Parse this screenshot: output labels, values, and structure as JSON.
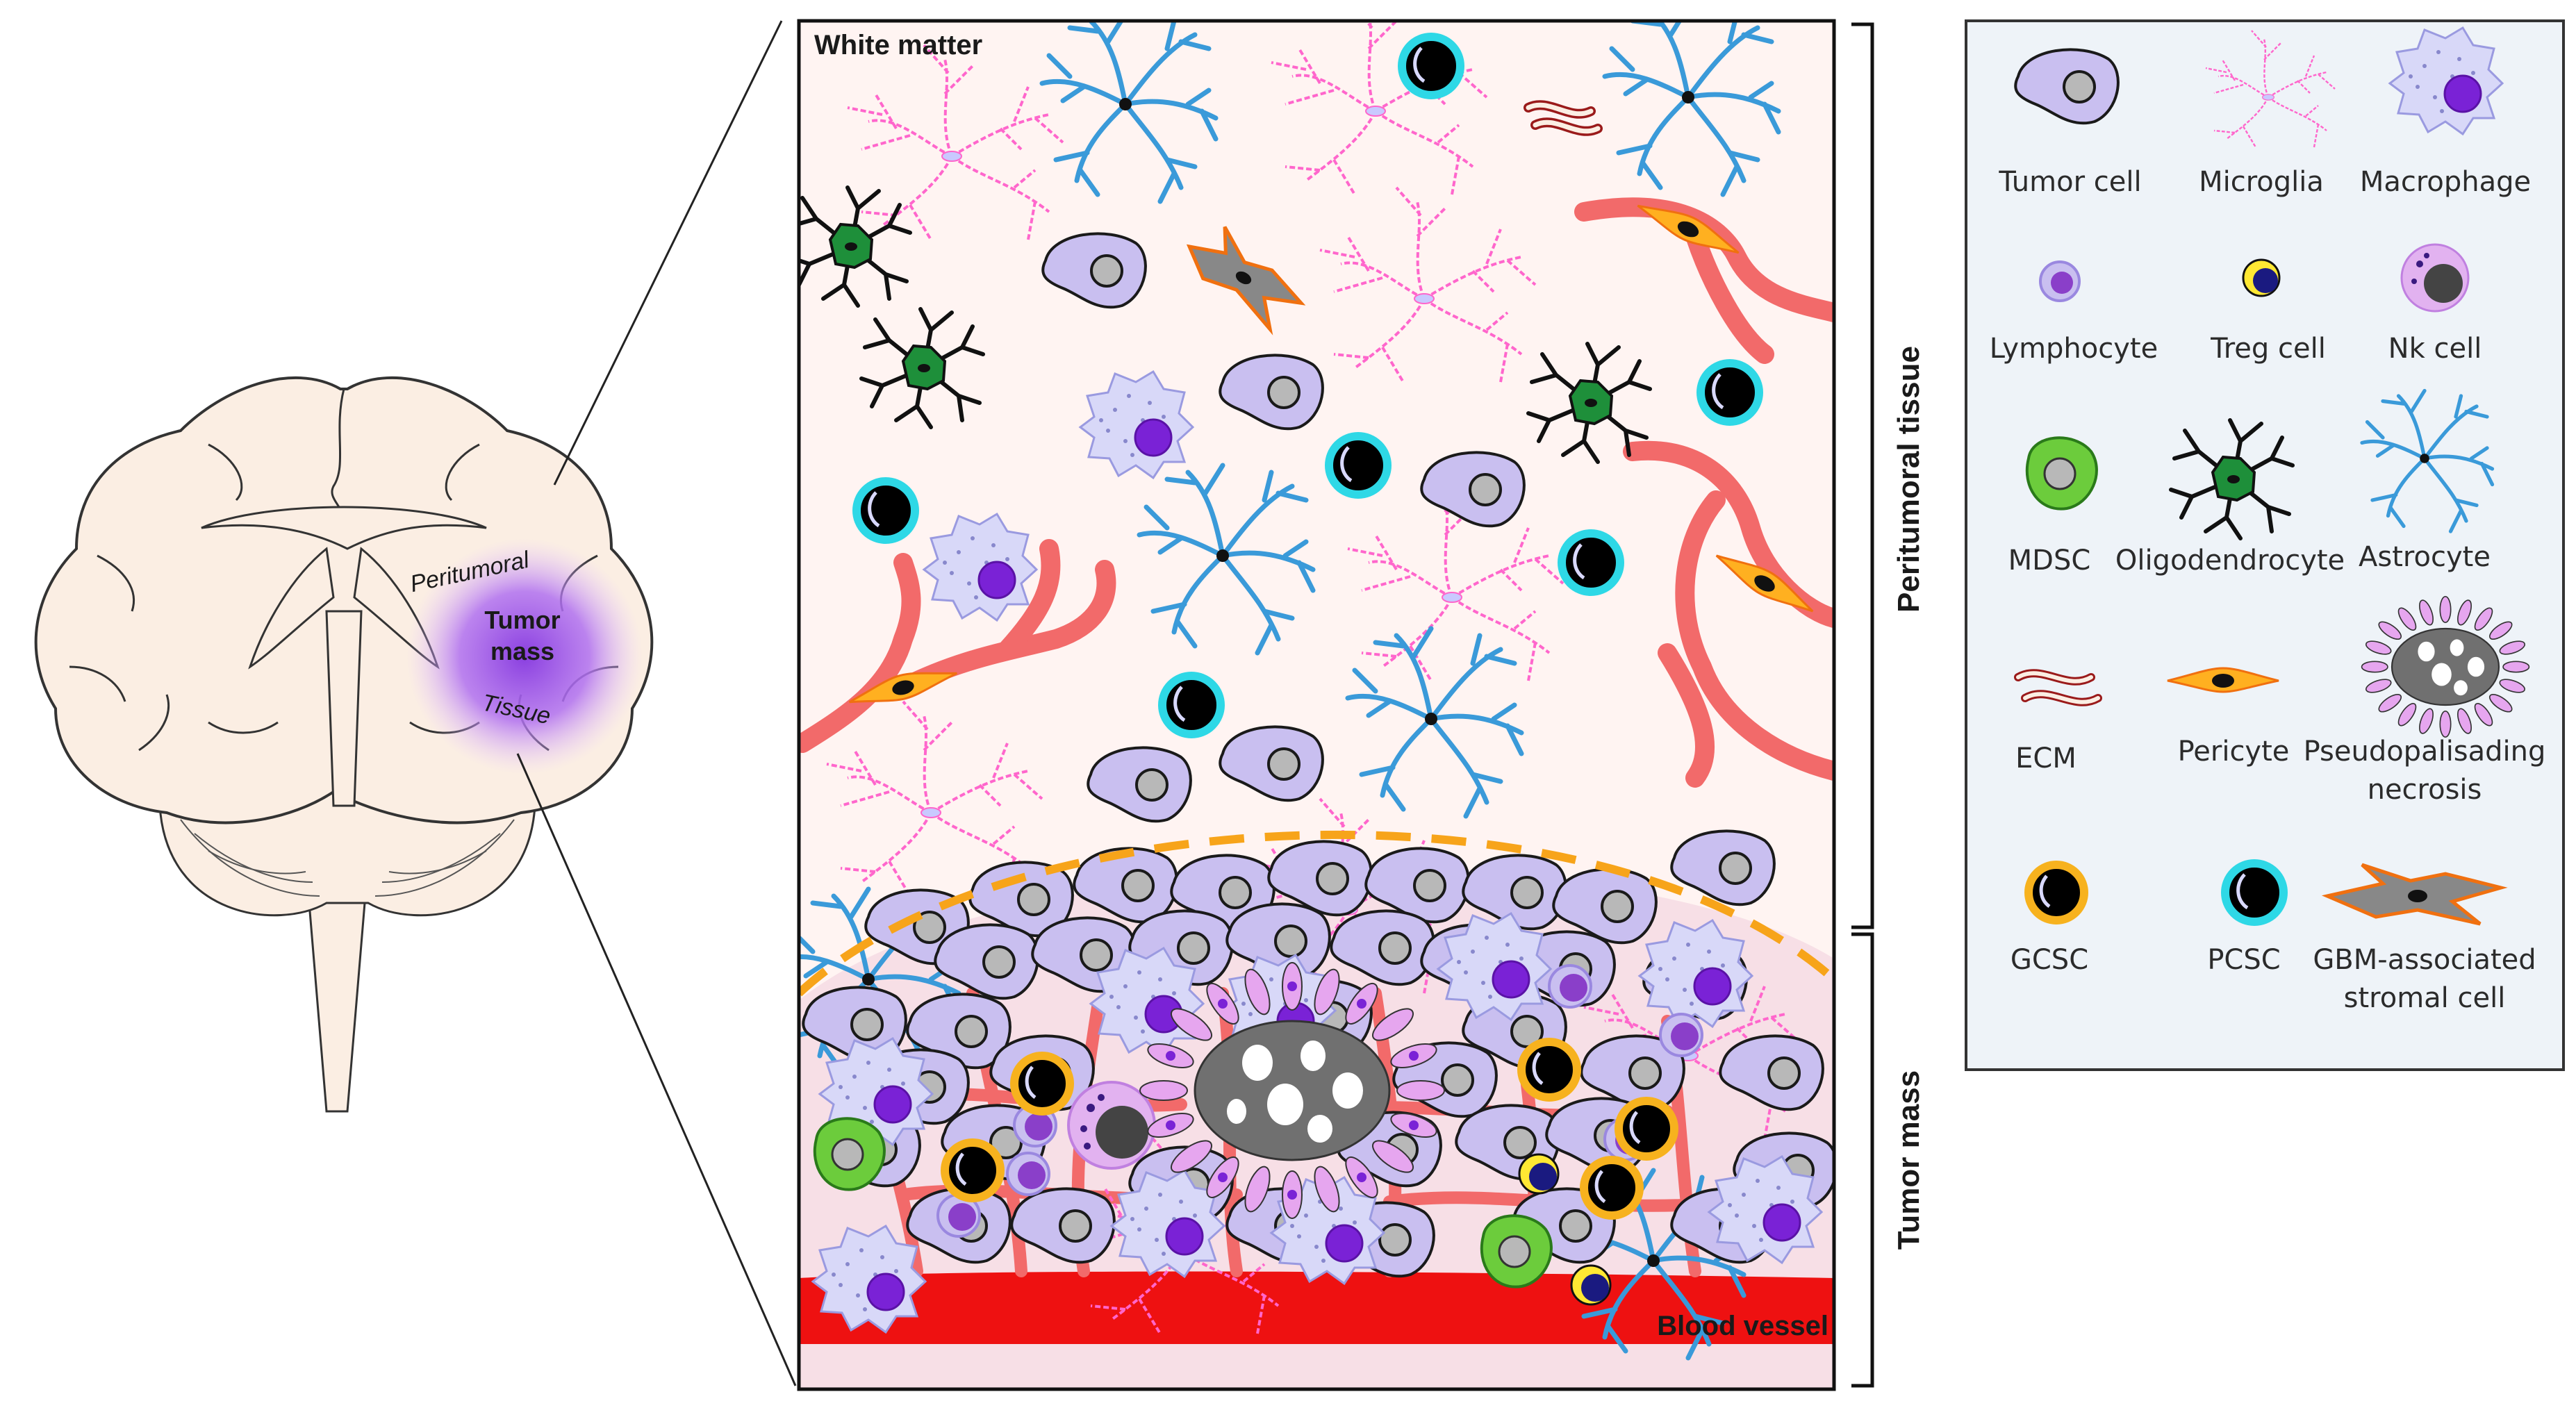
{
  "brain": {
    "peritumoral_label": "Peritumoral",
    "tissue_label": "Tissue",
    "tumor_line1": "Tumor",
    "tumor_line2": "mass"
  },
  "panel": {
    "white_matter": "White matter",
    "blood_vessel": "Blood vessel",
    "peritumoral_tissue": "Peritumoral tissue",
    "tumor_mass": "Tumor mass"
  },
  "legend": {
    "items": [
      {
        "key": "tumor",
        "label": "Tumor cell"
      },
      {
        "key": "microglia",
        "label": "Microglia"
      },
      {
        "key": "macrophage",
        "label": "Macrophage"
      },
      {
        "key": "lymphocyte",
        "label": "Lymphocyte"
      },
      {
        "key": "treg",
        "label": "Treg cell"
      },
      {
        "key": "nk",
        "label": "Nk cell"
      },
      {
        "key": "mdsc",
        "label": "MDSC"
      },
      {
        "key": "oligo",
        "label": "Oligodendrocyte"
      },
      {
        "key": "astro",
        "label": "Astrocyte"
      },
      {
        "key": "ecm",
        "label": "ECM"
      },
      {
        "key": "pericyte",
        "label": "Pericyte"
      },
      {
        "key": "pseudo1",
        "label": "Pseudopalisading"
      },
      {
        "key": "pseudo2",
        "label": "necrosis"
      },
      {
        "key": "gcsc",
        "label": "GCSC"
      },
      {
        "key": "pcsc",
        "label": "PCSC"
      },
      {
        "key": "gbm1",
        "label": "GBM-associated"
      },
      {
        "key": "gbm2",
        "label": "stromal cell"
      }
    ]
  },
  "colors": {
    "tumor": "#c9bff0",
    "microglia": "#ff66cc",
    "astrocyte": "#3a9ad9",
    "oligodendrocyte": "#1e8f3a",
    "vessel": "#f26a6a",
    "blood": "#ee1111",
    "pericyte": "#ff9a1a",
    "gcsc_ring": "#f7b21e",
    "pcsc_ring": "#2ed8e6",
    "mdsc": "#6ccc3c",
    "lymphocyte": "#8a3fc9",
    "brain_fill": "#fbeee3",
    "tumor_glow": "#a45fe0",
    "panel_bg": "#fff4f2",
    "legend_bg": "#eef3f8"
  }
}
